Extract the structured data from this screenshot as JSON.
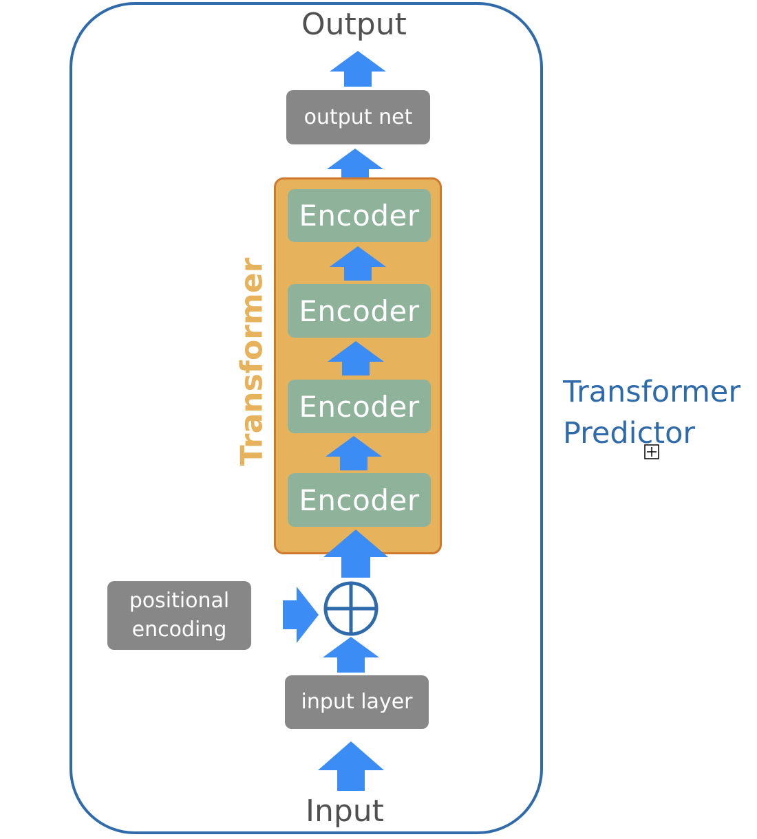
{
  "labels": {
    "output": "Output",
    "input": "Input",
    "output_net": "output net",
    "input_layer": "input layer",
    "positional_encoding_line1": "positional",
    "positional_encoding_line2": "encoding",
    "transformer": "Transformer",
    "predictor_line1": "Transformer",
    "predictor_line2": "Predictor"
  },
  "encoders": [
    {
      "label": "Encoder"
    },
    {
      "label": "Encoder"
    },
    {
      "label": "Encoder"
    },
    {
      "label": "Encoder"
    }
  ],
  "colors": {
    "frame": "#2f6aab",
    "arrow": "#3b8cf5",
    "gray_box": "#878787",
    "encoder": "#8eb29a",
    "transformer_fill": "#e6b25c",
    "transformer_border": "#d0782c"
  }
}
